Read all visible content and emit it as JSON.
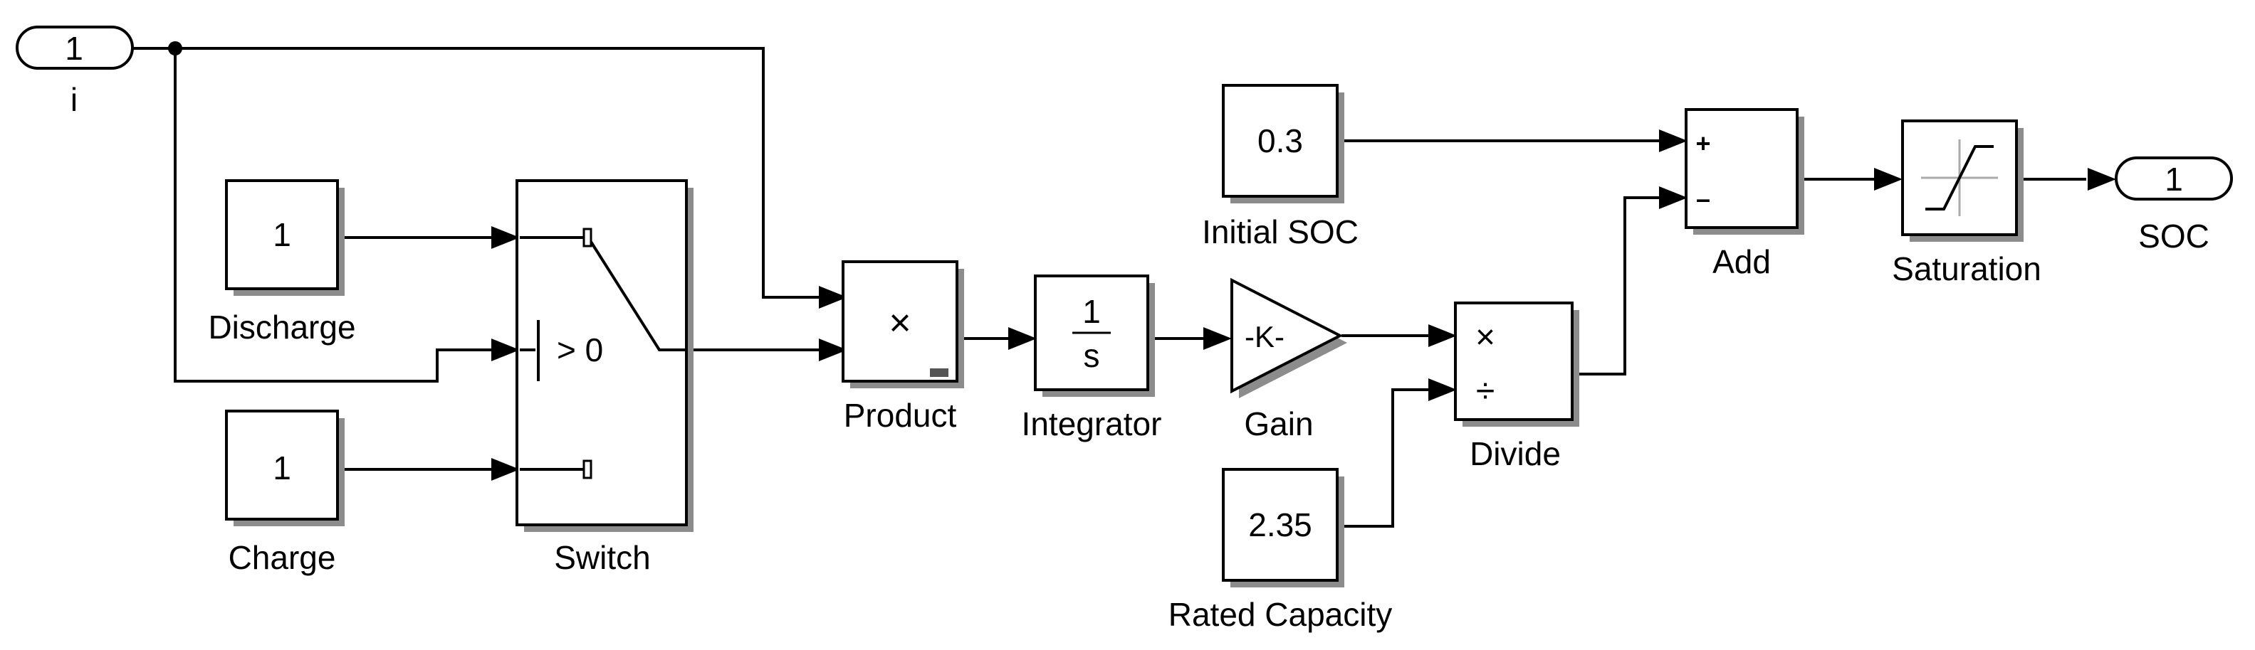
{
  "inport": {
    "number": "1",
    "label": "i"
  },
  "outport": {
    "number": "1",
    "label": "SOC"
  },
  "discharge": {
    "value": "1",
    "label": "Discharge"
  },
  "charge": {
    "value": "1",
    "label": "Charge"
  },
  "switch": {
    "label": "Switch",
    "criteria": "> 0"
  },
  "product": {
    "label": "Product",
    "symbol": "×"
  },
  "integrator": {
    "label": "Integrator",
    "numerator": "1",
    "denominator": "s"
  },
  "gain": {
    "label": "Gain",
    "value": "-K-"
  },
  "initial_soc": {
    "value": "0.3",
    "label": "Initial SOC"
  },
  "rated_capacity": {
    "value": "2.35",
    "label": "Rated Capacity"
  },
  "divide": {
    "label": "Divide",
    "mul_symbol": "×",
    "div_symbol": "÷"
  },
  "add": {
    "label": "Add",
    "plus": "+",
    "minus": "–"
  },
  "saturation": {
    "label": "Saturation"
  }
}
